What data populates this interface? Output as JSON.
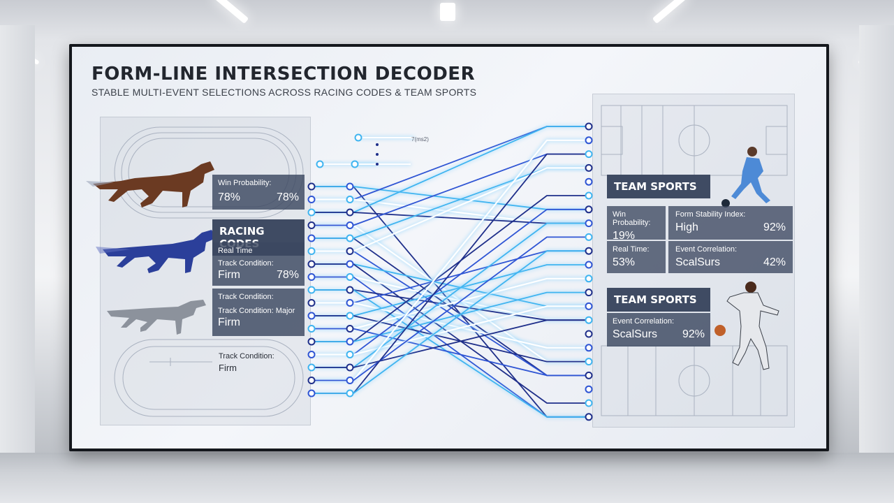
{
  "title": "FORM-LINE INTERSECTION DECODER",
  "subtitle": "STABLE MULTI-EVENT SELECTIONS ACROSS RACING CODES & TEAM SPORTS",
  "top_mark": "7(ms2)",
  "left": {
    "win_card": {
      "label": "Win Probability:",
      "value_a": "78%",
      "value_b": "78%"
    },
    "racing_head": "RACING CODES",
    "real_time_card": {
      "label": "Real Time",
      "label2": "Track Condition:",
      "value": "Firm",
      "pct": "78%"
    },
    "track_card": {
      "label": "Track Condition:",
      "label2": "Track Condition: Major",
      "value": "Firm"
    },
    "track_plain": {
      "label": "Track Condition:",
      "value": "Firm"
    }
  },
  "right": {
    "team_head_1": "TEAM SPORTS",
    "grid": {
      "win_label": "Win Probability:",
      "win_value": "19%",
      "form_label": "Form Stability Index:",
      "form_value": "High",
      "form_pct": "92%",
      "real_label": "Real Time:",
      "real_value": "53%",
      "event_label": "Event Correlation:",
      "event_value": "ScalSurs",
      "event_pct": "42%"
    },
    "team_head_2": "TEAM SPORTS",
    "event_card": {
      "label": "Event Correlation:",
      "value": "ScalSurs",
      "pct": "92%"
    }
  },
  "colors": {
    "navy": "#1f2f8a",
    "blue": "#2f55d4",
    "cyan": "#3fb4f0",
    "white_glow": "#ffffff",
    "card_bg": "#3c4860"
  },
  "icons": [
    "horse-icon",
    "horse-icon",
    "greyhound-icon",
    "soccer-player-icon",
    "basketball-player-icon"
  ]
}
